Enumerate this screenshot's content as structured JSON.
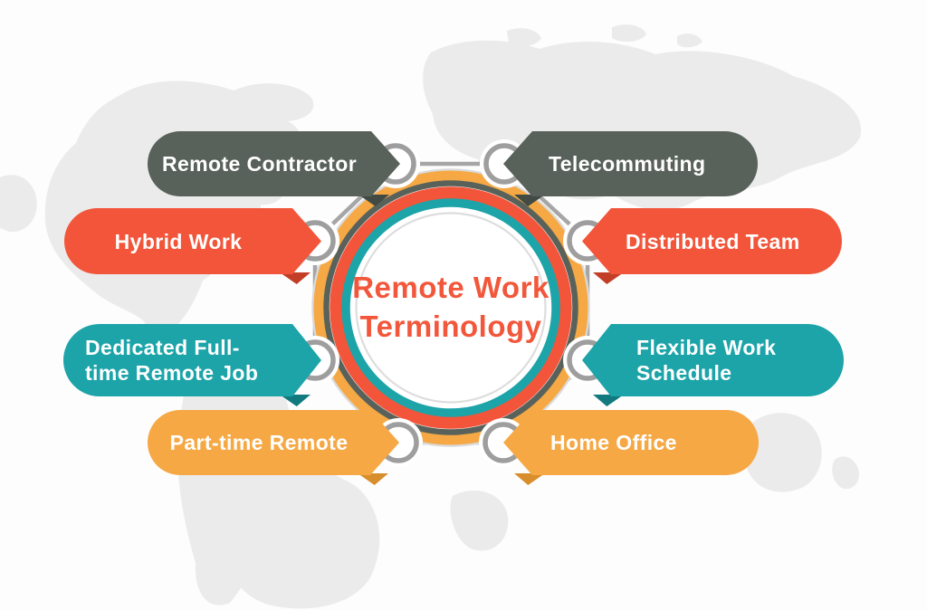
{
  "title": {
    "lines": [
      "Remote Work",
      "Terminology"
    ]
  },
  "banners": [
    {
      "id": "remote-contractor",
      "lines": [
        "Remote Contractor"
      ],
      "color": "dark",
      "side": "left"
    },
    {
      "id": "telecommuting",
      "lines": [
        "Telecommuting"
      ],
      "color": "dark",
      "side": "right"
    },
    {
      "id": "hybrid-work",
      "lines": [
        "Hybrid Work"
      ],
      "color": "orange",
      "side": "left"
    },
    {
      "id": "distributed-team",
      "lines": [
        "Distributed Team"
      ],
      "color": "orange",
      "side": "right"
    },
    {
      "id": "dedicated-full-time-remote-job",
      "lines": [
        "Dedicated Full-",
        "time Remote Job"
      ],
      "color": "teal",
      "side": "left"
    },
    {
      "id": "flexible-work-schedule",
      "lines": [
        "Flexible Work",
        "Schedule"
      ],
      "color": "teal",
      "side": "right"
    },
    {
      "id": "part-time-remote",
      "lines": [
        "Part-time Remote"
      ],
      "color": "yellow",
      "side": "left"
    },
    {
      "id": "home-office",
      "lines": [
        "Home Office"
      ],
      "color": "yellow",
      "side": "right"
    }
  ],
  "colors": {
    "dark": "#59625A",
    "orange": "#F2553A",
    "teal": "#1CA4A9",
    "yellow": "#F6A844",
    "dark_fold": "#424B43",
    "orange_fold": "#C23E27",
    "teal_fold": "#127A7F",
    "yellow_fold": "#D88E2C",
    "title": "#F2573B",
    "map": "#EBEBEB",
    "line": "#A6A6A6",
    "node_border": "#9E9E9E",
    "ring_faint": "#DADADA",
    "ring_inner": "#DDDDDD",
    "bg": "#FDFDFD"
  }
}
